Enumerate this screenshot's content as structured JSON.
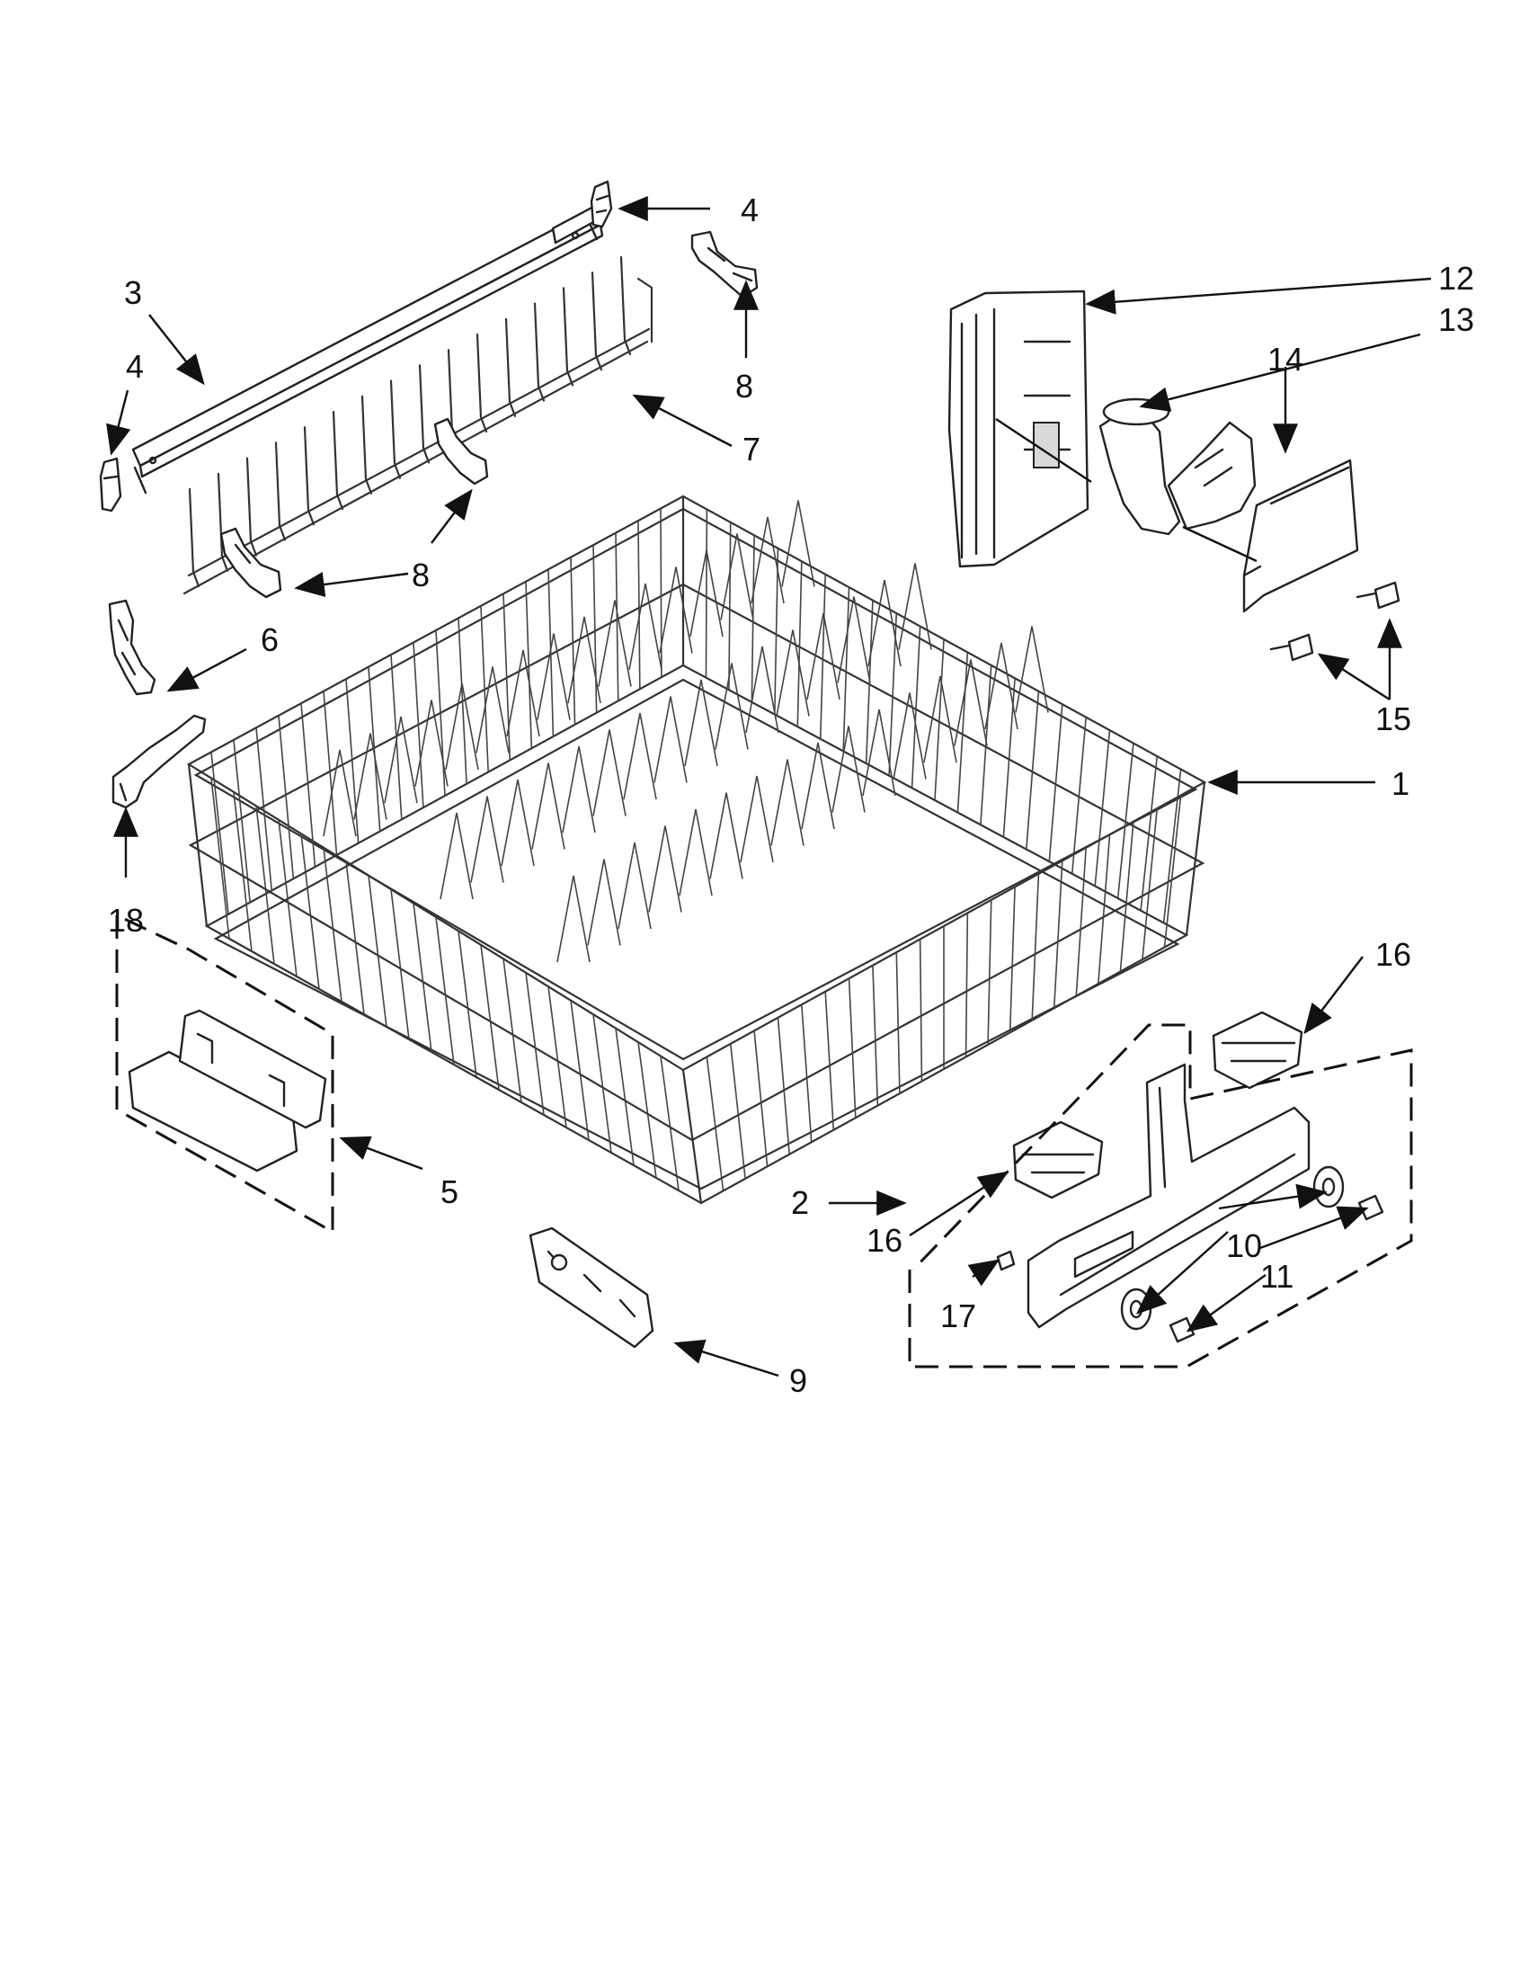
{
  "diagram": {
    "callouts": [
      {
        "id": "c1",
        "text": "1"
      },
      {
        "id": "c2",
        "text": "2"
      },
      {
        "id": "c3",
        "text": "3"
      },
      {
        "id": "c4a",
        "text": "4"
      },
      {
        "id": "c4b",
        "text": "4"
      },
      {
        "id": "c5",
        "text": "5"
      },
      {
        "id": "c6",
        "text": "6"
      },
      {
        "id": "c7",
        "text": "7"
      },
      {
        "id": "c8a",
        "text": "8"
      },
      {
        "id": "c8b",
        "text": "8"
      },
      {
        "id": "c9",
        "text": "9"
      },
      {
        "id": "c10",
        "text": "10"
      },
      {
        "id": "c11",
        "text": "11"
      },
      {
        "id": "c12",
        "text": "12"
      },
      {
        "id": "c13",
        "text": "13"
      },
      {
        "id": "c14",
        "text": "14"
      },
      {
        "id": "c15",
        "text": "15"
      },
      {
        "id": "c16a",
        "text": "16"
      },
      {
        "id": "c16b",
        "text": "16"
      },
      {
        "id": "c17",
        "text": "17"
      },
      {
        "id": "c18",
        "text": "18"
      }
    ]
  }
}
